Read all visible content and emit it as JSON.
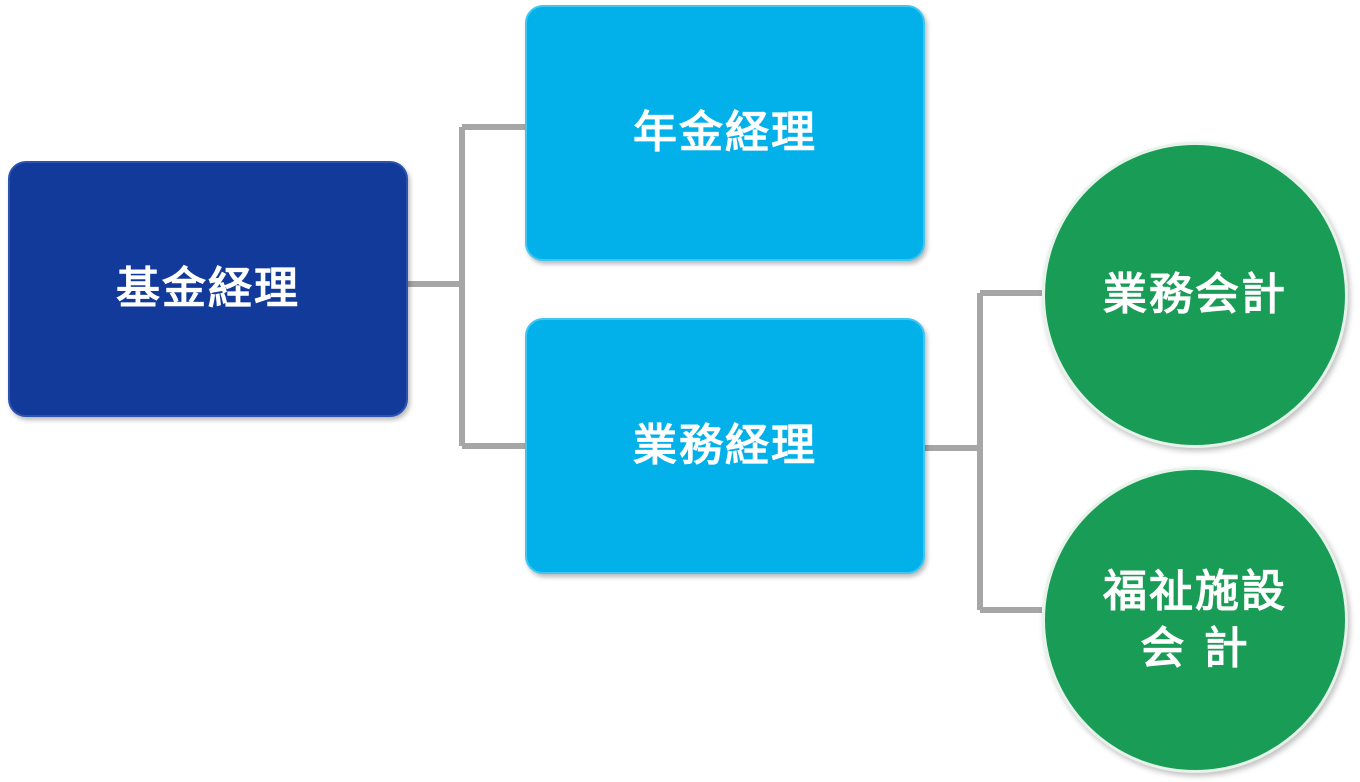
{
  "diagram": {
    "root": {
      "label": "基金経理"
    },
    "children": [
      {
        "label": "年金経理"
      },
      {
        "label": "業務経理"
      }
    ],
    "grandchildren": [
      {
        "lines": [
          "業務会計"
        ]
      },
      {
        "lines": [
          "福祉施設",
          "会 計"
        ]
      }
    ],
    "colors": {
      "root": "#123a9a",
      "child": "#02b1ea",
      "leaf": "#199c55",
      "connector": "#a6a6a6"
    }
  }
}
